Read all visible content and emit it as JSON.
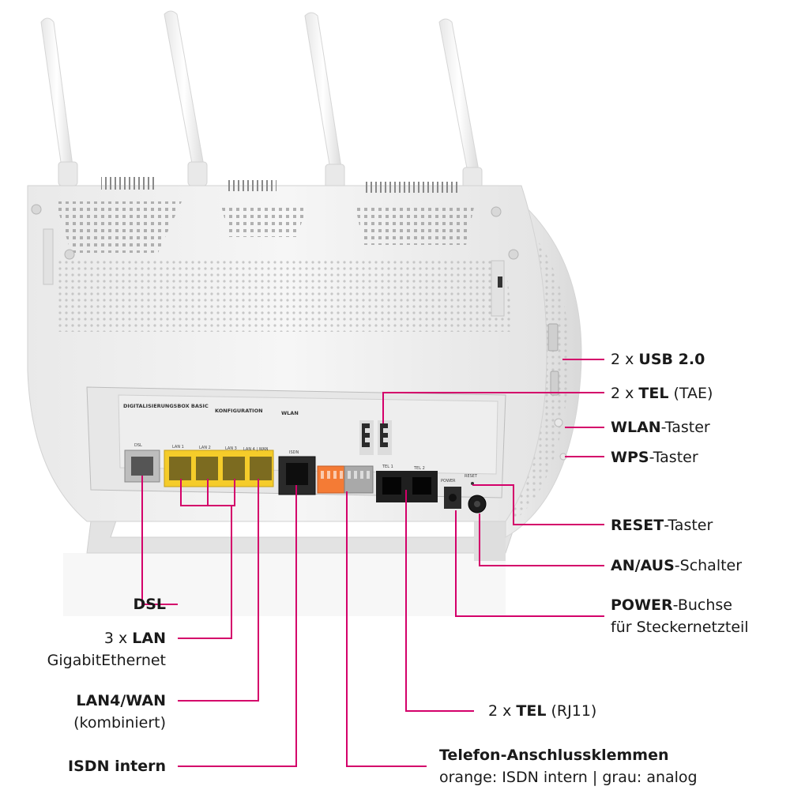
{
  "callouts": {
    "usb": {
      "count": "2 x",
      "bold": "USB 2.0",
      "rest": ""
    },
    "tel_tae": {
      "count": "2 x",
      "bold": "TEL",
      "rest": "(TAE)"
    },
    "wlan": {
      "bold": "WLAN",
      "rest": "-Taster"
    },
    "wps": {
      "bold": "WPS",
      "rest": "-Taster"
    },
    "reset": {
      "bold": "RESET",
      "rest": "-Taster"
    },
    "onoff": {
      "bold": "AN/AUS",
      "rest": "-Schalter"
    },
    "power": {
      "bold": "POWER",
      "rest": "-Buchse",
      "line2": "für Steckernetzteil"
    },
    "dsl": {
      "bold": "DSL"
    },
    "lan3": {
      "count": "3 x",
      "bold": "LAN",
      "line2": "GigabitEthernet"
    },
    "lan4": {
      "bold": "LAN4/WAN",
      "line2": "(kombiniert)"
    },
    "isdn": {
      "bold": "ISDN intern"
    },
    "tel_rj11": {
      "count": "2 x",
      "bold": "TEL",
      "rest": "(RJ11)"
    },
    "klemmen": {
      "bold": "Telefon-Anschlussklemmen",
      "line2": "orange: ISDN intern | grau: analog"
    }
  },
  "ports": {
    "dsl": "DSL",
    "lan1": "LAN 1",
    "lan2": "LAN 2",
    "lan3": "LAN 3",
    "lan4": "LAN 4 | WAN",
    "isdn": "ISDN",
    "tel1": "TEL 1",
    "tel2": "TEL 2",
    "power": "POWER",
    "reset": "RESET"
  },
  "sticker": {
    "col1_title": "DIGITALISIERUNGSBOX BASIC",
    "col2_title": "KONFIGURATION",
    "col3_title": "WLAN"
  },
  "colors": {
    "accent": "#d4006a",
    "device": "#f1f1f1",
    "lan_port": "#f5cc2a",
    "isdn_terminal": "#f47b35",
    "analog_terminal": "#a9a9a9"
  }
}
